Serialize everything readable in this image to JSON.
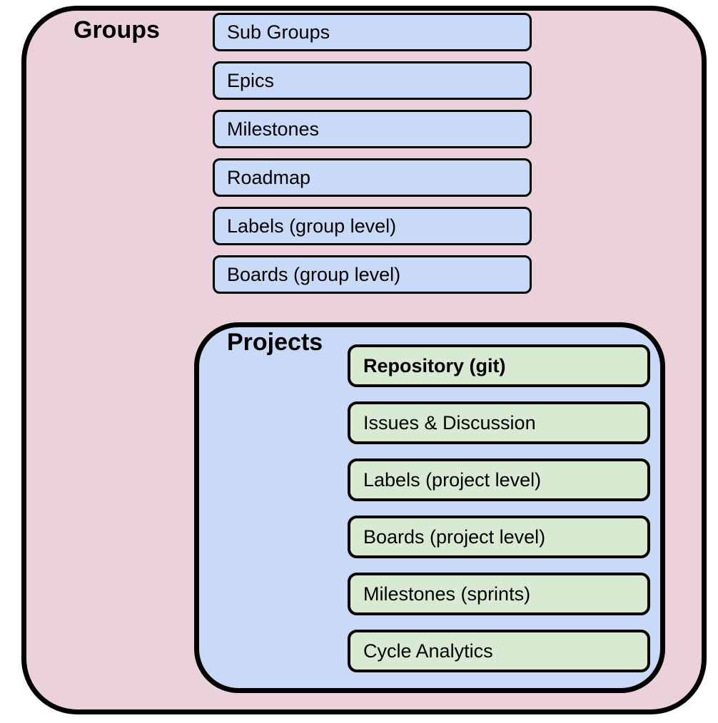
{
  "groups": {
    "title": "Groups",
    "items": [
      {
        "label": "Sub Groups"
      },
      {
        "label": "Epics"
      },
      {
        "label": "Milestones"
      },
      {
        "label": "Roadmap"
      },
      {
        "label": "Labels (group level)"
      },
      {
        "label": "Boards (group level)"
      }
    ]
  },
  "projects": {
    "title": "Projects",
    "items": [
      {
        "label": "Repository (git)",
        "emphasis": "bold"
      },
      {
        "label": "Issues & Discussion"
      },
      {
        "label": "Labels (project level)"
      },
      {
        "label": "Boards (project level)"
      },
      {
        "label": "Milestones (sprints)"
      },
      {
        "label": "Cycle Analytics"
      }
    ]
  },
  "colors": {
    "groups_fill": "#ead1dc",
    "projects_fill": "#c9daf8",
    "group_item_fill": "#c9daf8",
    "project_item_fill": "#d9ead3",
    "border": "#000000"
  }
}
